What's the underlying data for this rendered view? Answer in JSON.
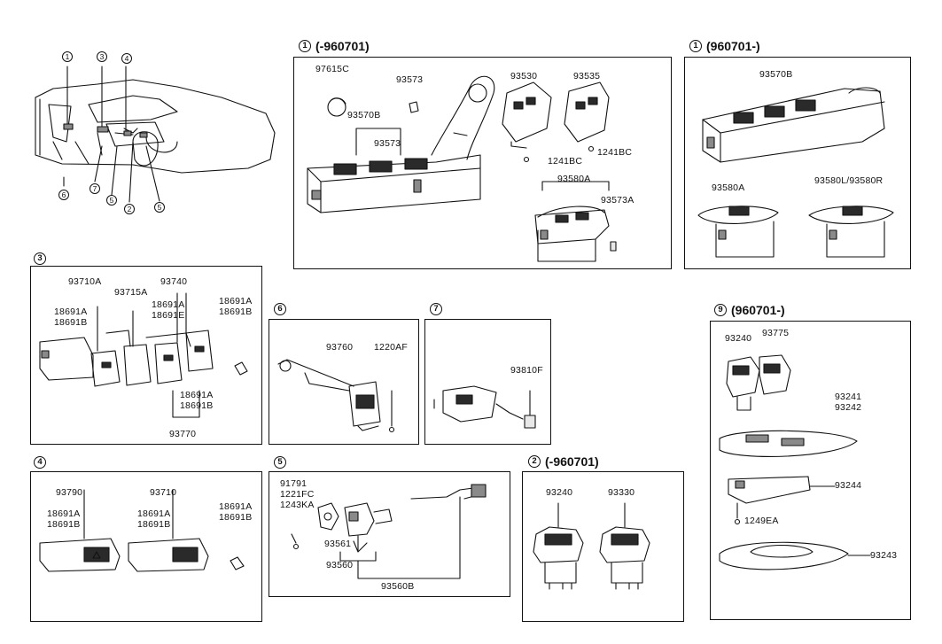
{
  "overview": {
    "markers": [
      "1",
      "3",
      "4",
      "6",
      "7",
      "5",
      "2",
      "5"
    ]
  },
  "sections": {
    "s1a": {
      "num": "1",
      "label": "(-960701)",
      "parts": [
        "97615C",
        "93573",
        "93530",
        "93535",
        "93570B",
        "93573",
        "1241BC",
        "1241BC",
        "93580A",
        "93573A"
      ]
    },
    "s1b": {
      "num": "1",
      "label": "(960701-)",
      "parts": [
        "93570B",
        "93580A",
        "93580L/93580R"
      ]
    },
    "s3": {
      "num": "3",
      "label": "",
      "parts": [
        "93710A",
        "18691A",
        "18691B",
        "93715A",
        "93740",
        "18691A",
        "18691E",
        "18691A",
        "18691B",
        "18691A",
        "18691B",
        "93770"
      ]
    },
    "s6": {
      "num": "6",
      "label": "",
      "parts": [
        "93760",
        "1220AF"
      ]
    },
    "s7": {
      "num": "7",
      "label": "",
      "parts": [
        "93810F"
      ]
    },
    "s9": {
      "num": "9",
      "label": "(960701-)",
      "parts": [
        "93240",
        "93775",
        "93241",
        "93242",
        "93244",
        "1249EA",
        "93243"
      ]
    },
    "s4": {
      "num": "4",
      "label": "",
      "parts": [
        "93790",
        "18691A",
        "18691B",
        "93710",
        "18691A",
        "18691B",
        "18691A",
        "18691B"
      ]
    },
    "s5": {
      "num": "5",
      "label": "",
      "parts": [
        "91791",
        "1221FC",
        "1243KA",
        "93561",
        "93560",
        "93560B"
      ]
    },
    "s2": {
      "num": "2",
      "label": "(-960701)",
      "parts": [
        "93240",
        "93330"
      ]
    }
  }
}
